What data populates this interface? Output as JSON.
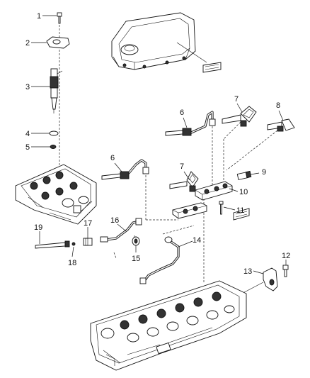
{
  "callouts": [
    "1",
    "2",
    "3",
    "4",
    "5",
    "6",
    "7",
    "8",
    "9",
    "10",
    "11",
    "12",
    "13",
    "14",
    "15",
    "16",
    "17",
    "18",
    "19"
  ],
  "colors": {
    "ink": "#111111",
    "background": "#ffffff"
  }
}
